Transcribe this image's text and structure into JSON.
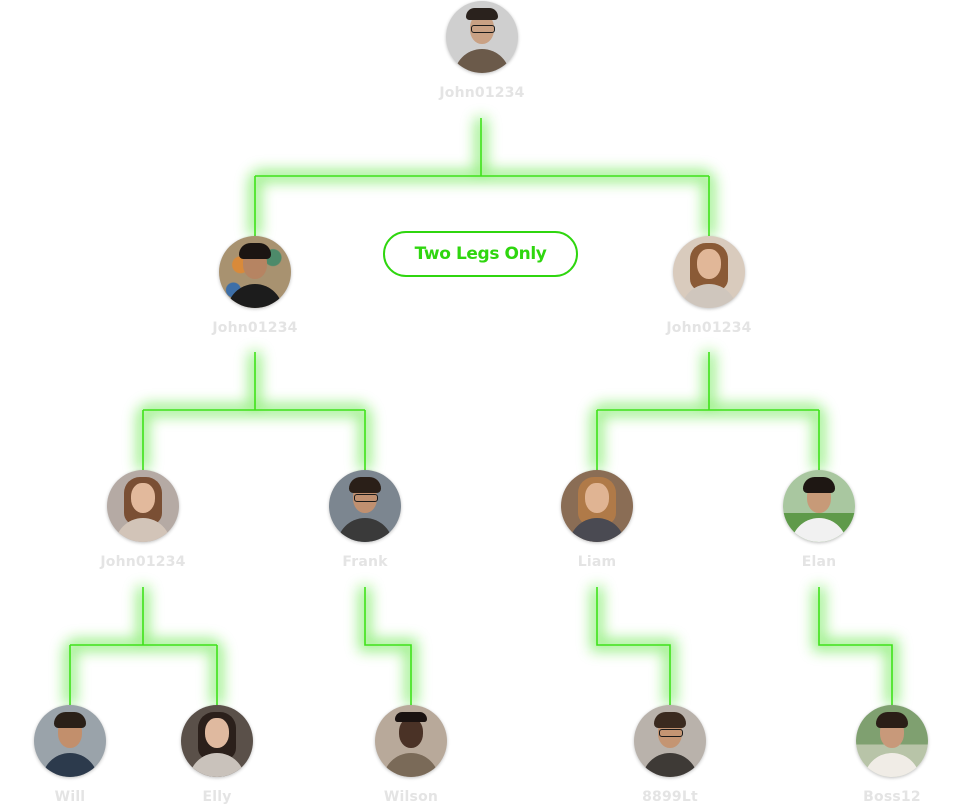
{
  "badge": {
    "label": "Two Legs Only"
  },
  "colors": {
    "connector": "#3fe21a",
    "badge": "#2fd60f",
    "name_text": "#e4e4e4"
  },
  "tree": {
    "root": {
      "name": "John01234"
    },
    "left": {
      "name": "John01234",
      "children": [
        {
          "name": "John01234",
          "children": [
            {
              "name": "Will"
            },
            {
              "name": "Elly"
            }
          ]
        },
        {
          "name": "Frank",
          "children": [
            {
              "name": "Wilson"
            }
          ]
        }
      ]
    },
    "right": {
      "name": "John01234",
      "children": [
        {
          "name": "Liam",
          "children": [
            {
              "name": "8899Lt"
            }
          ]
        },
        {
          "name": "Elan",
          "children": [
            {
              "name": "Boss12"
            }
          ]
        }
      ]
    }
  }
}
